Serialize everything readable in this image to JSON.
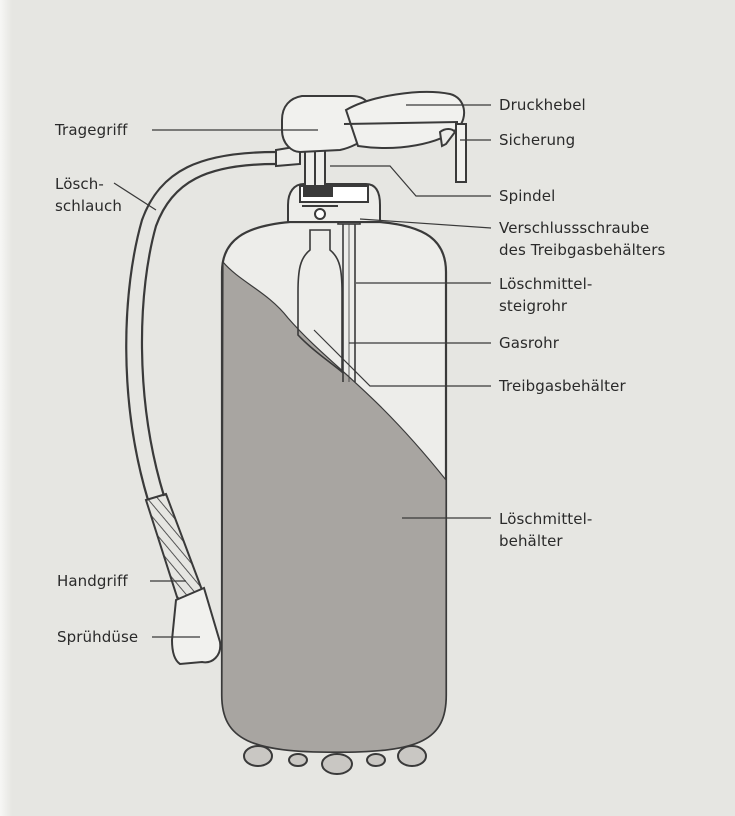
{
  "colors": {
    "background": "#e6e6e2",
    "agent_fill": "#a8a5a1",
    "line": "#3a3a3a",
    "body_fill": "#ededea"
  },
  "labels": {
    "druckhebel": "Druckhebel",
    "tragegriff": "Tragegriff",
    "sicherung": "Sicherung",
    "loeschschlauch_1": "Lösch-",
    "loeschschlauch_2": "schlauch",
    "spindel": "Spindel",
    "verschlussschraube_1": "Verschlussschraube",
    "verschlussschraube_2": "des Treibgasbehälters",
    "steigrohr_1": "Löschmittel-",
    "steigrohr_2": "steigrohr",
    "gasrohr": "Gasrohr",
    "treibgasbehaelter": "Treibgasbehälter",
    "loeschmittelbehaelter_1": "Löschmittel-",
    "loeschmittelbehaelter_2": "behälter",
    "handgriff": "Handgriff",
    "spruehduese": "Sprühdüse"
  }
}
